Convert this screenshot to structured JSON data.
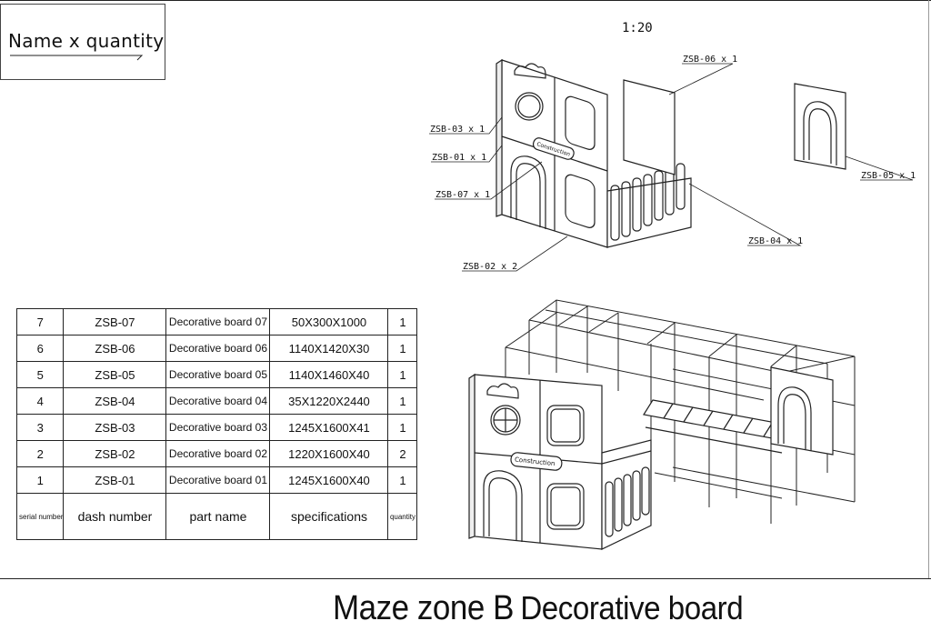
{
  "legend": {
    "text": "Name x quantity"
  },
  "scale": "1:20",
  "callouts": [
    {
      "id": "zsb03",
      "text": "ZSB-03 x 1"
    },
    {
      "id": "zsb01",
      "text": "ZSB-01 x 1"
    },
    {
      "id": "zsb07",
      "text": "ZSB-07 x 1"
    },
    {
      "id": "zsb02",
      "text": "ZSB-02 x 2"
    },
    {
      "id": "zsb06",
      "text": "ZSB-06 x 1"
    },
    {
      "id": "zsb04",
      "text": "ZSB-04 x 1"
    },
    {
      "id": "zsb05",
      "text": "ZSB-05 x 1"
    }
  ],
  "panel_signs": {
    "upper": "Construction",
    "lower": "Construction"
  },
  "table": {
    "rows": [
      {
        "serial": "7",
        "dash": "ZSB-07",
        "name": "Decorative board 07",
        "spec": "50X300X1000",
        "qty": "1"
      },
      {
        "serial": "6",
        "dash": "ZSB-06",
        "name": "Decorative board 06",
        "spec": "1140X1420X30",
        "qty": "1"
      },
      {
        "serial": "5",
        "dash": "ZSB-05",
        "name": "Decorative board 05",
        "spec": "1140X1460X40",
        "qty": "1"
      },
      {
        "serial": "4",
        "dash": "ZSB-04",
        "name": "Decorative board 04",
        "spec": "35X1220X2440",
        "qty": "1"
      },
      {
        "serial": "3",
        "dash": "ZSB-03",
        "name": "Decorative board 03",
        "spec": "1245X1600X41",
        "qty": "1"
      },
      {
        "serial": "2",
        "dash": "ZSB-02",
        "name": "Decorative board 02",
        "spec": "1220X1600X40",
        "qty": "2"
      },
      {
        "serial": "1",
        "dash": "ZSB-01",
        "name": "Decorative board 01",
        "spec": "1245X1600X40",
        "qty": "1"
      }
    ],
    "header": {
      "serial": "serial number",
      "dash": "dash number",
      "name": "part name",
      "spec": "specifications",
      "qty": "quantity"
    }
  },
  "title": {
    "zone": "Maze zone B",
    "part": "Decorative board"
  }
}
